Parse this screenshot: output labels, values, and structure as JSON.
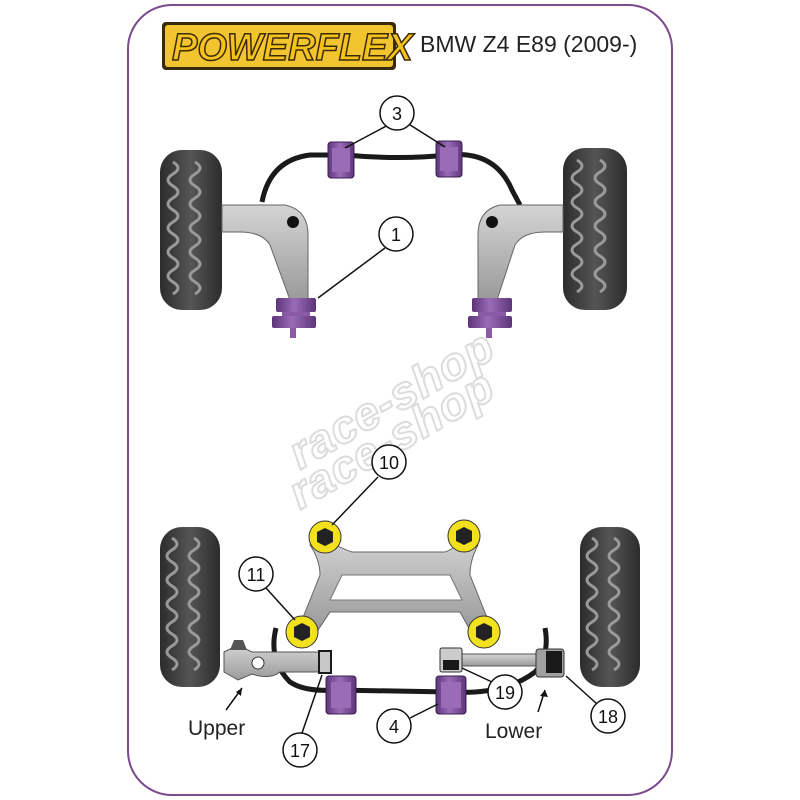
{
  "brand": {
    "logo_text": "POWERFLEX"
  },
  "header": {
    "model_title": "BMW Z4 E89 (2009-)"
  },
  "watermark": {
    "text": "race-shop"
  },
  "callouts": {
    "c1": "1",
    "c3": "3",
    "c10": "10",
    "c11": "11",
    "c4": "4",
    "c17": "17",
    "c19": "19",
    "c18": "18"
  },
  "labels": {
    "upper": "Upper",
    "lower": "Lower"
  },
  "colors": {
    "frame": "#7b4b8c",
    "bush_purple": "#7a4a96",
    "bush_yellow": "#f2e11c",
    "tyre": "#3a3a3a",
    "arm": "#b5b5b5"
  }
}
